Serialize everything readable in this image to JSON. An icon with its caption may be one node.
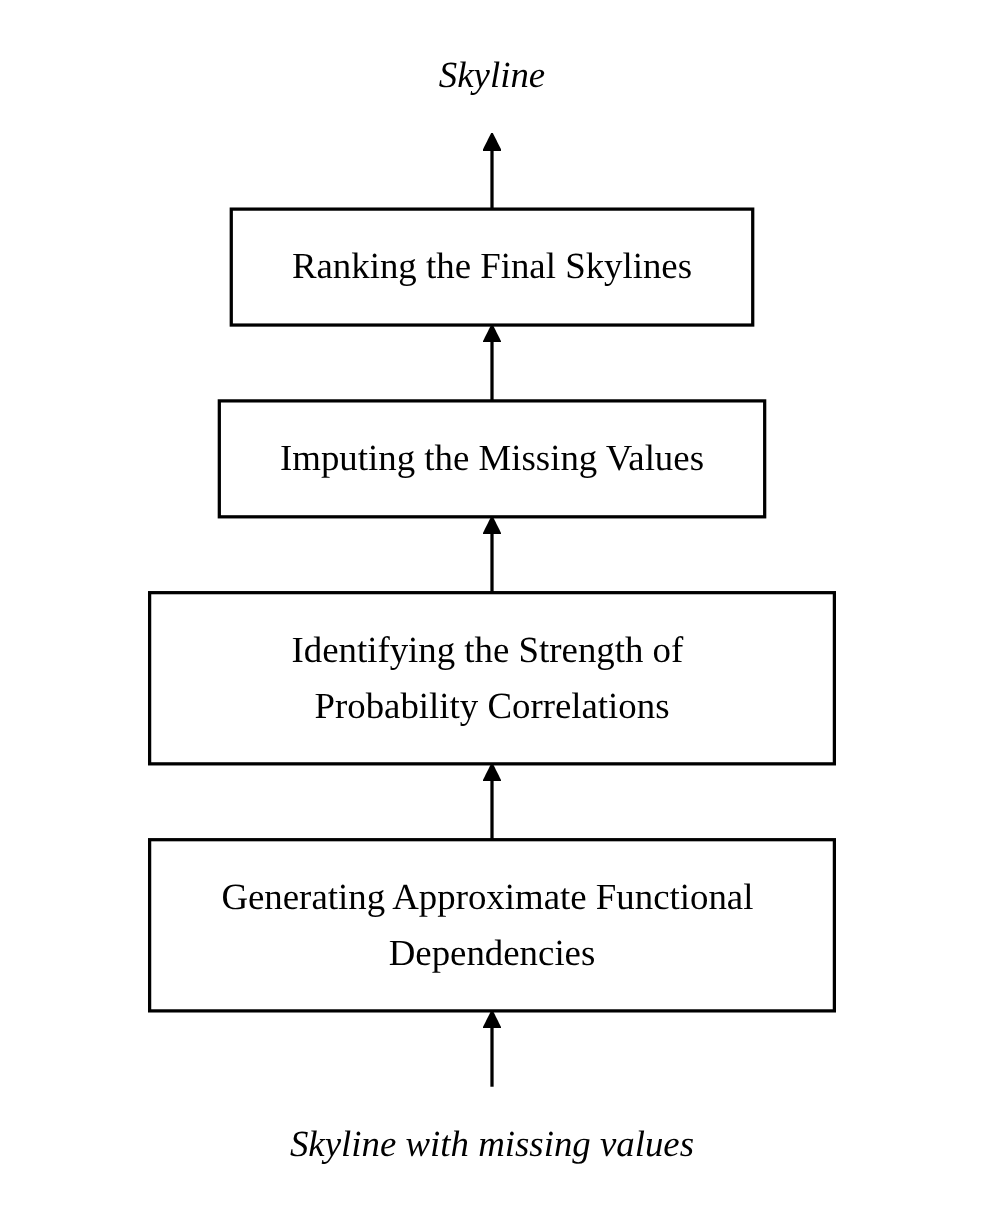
{
  "diagram": {
    "nodes": [
      {
        "text": [
          "Skyline"
        ]
      },
      {
        "text": [
          "Ranking the Final Skylines"
        ]
      },
      {
        "text": [
          "Imputing the Missing Values"
        ]
      },
      {
        "text": [
          "Identifying the Strength of Probability Correlations"
        ]
      },
      {
        "text": [
          "Generating Approximate Functional Dependencies"
        ]
      },
      {
        "text": [
          "Skyline with missing values"
        ]
      }
    ],
    "edges": [
      {
        "from": 5,
        "to": 4,
        "arrow": "to"
      },
      {
        "from": 4,
        "to": 3,
        "arrow": "to"
      },
      {
        "from": 3,
        "to": 2,
        "arrow": "to"
      },
      {
        "from": 2,
        "to": 1,
        "arrow": "to"
      },
      {
        "from": 1,
        "to": 0,
        "arrow": "to"
      }
    ]
  }
}
